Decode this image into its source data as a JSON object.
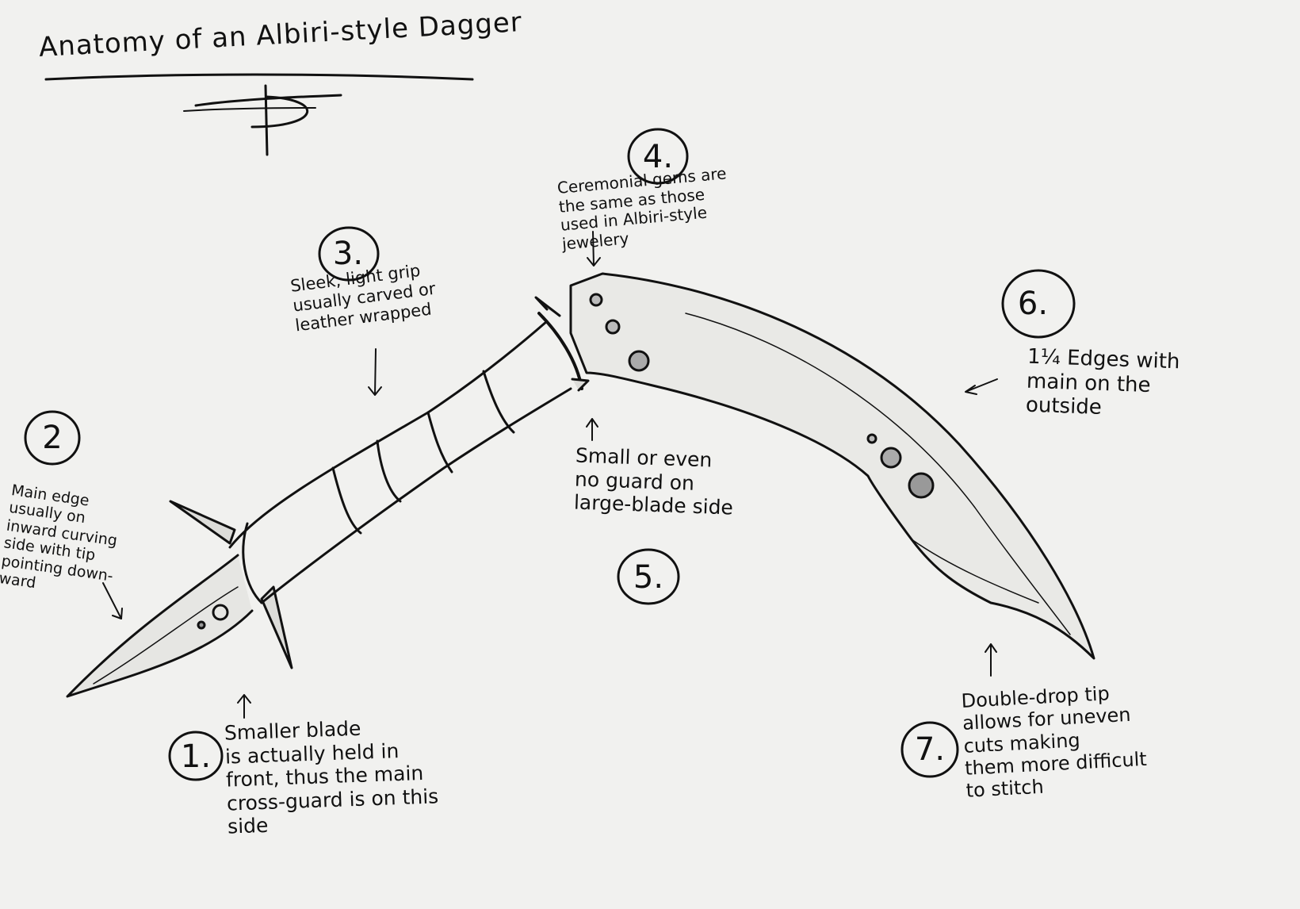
{
  "title": "Anatomy of an Albiri-style Dagger",
  "callouts": [
    {
      "number": "1.",
      "text": "Smaller blade\nis actually held in\nfront, thus the main\ncross-guard is on this\nside"
    },
    {
      "number": "2",
      "text": "Main edge\nusually on\ninward curving\nside with tip\npointing down-\nward"
    },
    {
      "number": "3.",
      "text": "Sleek, light grip\nusually carved or\nleather wrapped"
    },
    {
      "number": "4.",
      "text": "Ceremonial gems are\nthe same as those\nused in Albiri-style\njewelery"
    },
    {
      "number": "5.",
      "text": "Small or even\nno guard on\nlarge-blade side"
    },
    {
      "number": "6.",
      "text": "1¼ Edges with\nmain on the\noutside"
    },
    {
      "number": "7.",
      "text": "Double-drop tip\nallows for uneven\ncuts making\nthem more difficult\nto stitch"
    }
  ],
  "colors": {
    "paper": "#f1f1ef",
    "ink": "#111111",
    "shade": "#d9d9d6"
  }
}
